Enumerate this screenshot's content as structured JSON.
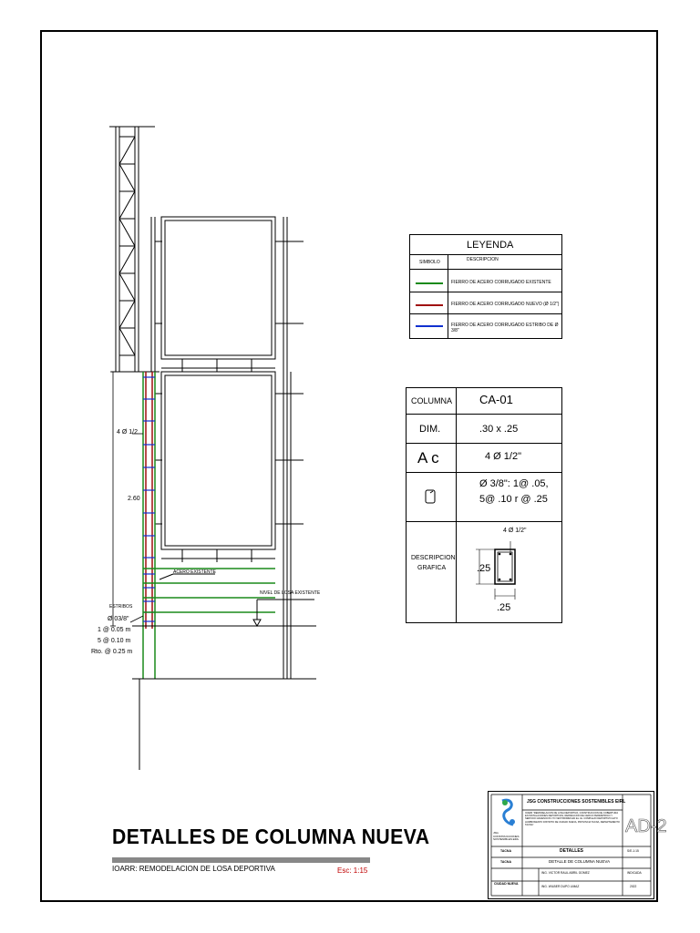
{
  "colors": {
    "existing_rebar": "#1a8a1a",
    "new_rebar": "#a01010",
    "stirrup": "#1030d0",
    "scale_text": "#c00000"
  },
  "drawing": {
    "label_4o12": "4 Ø 1/2",
    "height_label": "2.60",
    "acero_existente": "ACERO EXISTENTE",
    "nivel_losa": "NIVEL DE LOSA EXISTENTE",
    "estribos": [
      "ESTRIBOS",
      "Ø 03/8\"",
      "1 @ 0.05 m",
      "5 @ 0.10 m",
      "Rto. @ 0.25 m"
    ]
  },
  "legend": {
    "title": "LEYENDA",
    "col_symbol": "SIMBOLO",
    "col_desc": "DESCRIPCION",
    "items": [
      {
        "desc": "FIERRO DE ACERO CORRUGADO EXISTENTE",
        "color": "#1a8a1a"
      },
      {
        "desc": "FIERRO DE ACERO CORRUGADO NUEVO (Ø 1/2\")",
        "color": "#a01010"
      },
      {
        "desc": "FIERRO DE ACERO CORRUGADO ESTRIBO DE Ø 3/8\"",
        "color": "#1030d0"
      }
    ]
  },
  "column_table": {
    "columna_label": "COLUMNA",
    "columna_value": "CA-01",
    "dim_label": "DIM.",
    "dim_value": ".30 x .25",
    "ac_label": "A c",
    "ac_value": "4 Ø 1/2\"",
    "stirrup_value_1": "Ø 3/8\": 1@ .05,",
    "stirrup_value_2": "5@ .10  r @ .25",
    "desc_label_1": "DESCRIPCION",
    "desc_label_2": "GRAFICA",
    "section_top": "4 Ø 1/2\"",
    "section_side": ".25",
    "section_bottom": ".25"
  },
  "title_block": {
    "company": "JSG CONSTRUCCIONES SOSTENIBLES EIRL",
    "logo_text": "JSG CONSTRUCCIONES SOSTENIBLES EIRL",
    "project_desc": "IOARR \"REMODELACION DE LOSA DEPORTIVA, CONSTRUCCION DE COBERTURA EN INSTALACIONES DEPORTIVAS, REPARACION DE CERCO PERIMETRICO Y SERVICIO HIGIENICOS Y/O VESTIDORES EN EL I.E. COMPLEJO DEPORTIVO ALTO HUMBOSIENTO DISTRITO DE CIUDAD NUEVA, PROVINCIA TACNA, DEPARTAMENTO TACNA\"",
    "sheet_code": "AD-2",
    "detalles": "DETALLES",
    "detalle_columna": "DETALLE DE COLUMNA NUEVA",
    "region_label": "TACNA",
    "province_label": "TACNA",
    "district_label": "CIUDAD NUEVA",
    "engineer_1": "ING. VICTOR RAUL ABRIL GOMEZ",
    "engineer_2": "ING. WILBER DUPO LIMAZ",
    "scale_cell": "S/E-1:15",
    "date_cell": "2022",
    "indicated": "INDICADA"
  },
  "title": {
    "main": "DETALLES DE COLUMNA NUEVA",
    "subtitle": "IOARR: REMODELACION DE LOSA DEPORTIVA",
    "scale": "Esc: 1:15"
  }
}
